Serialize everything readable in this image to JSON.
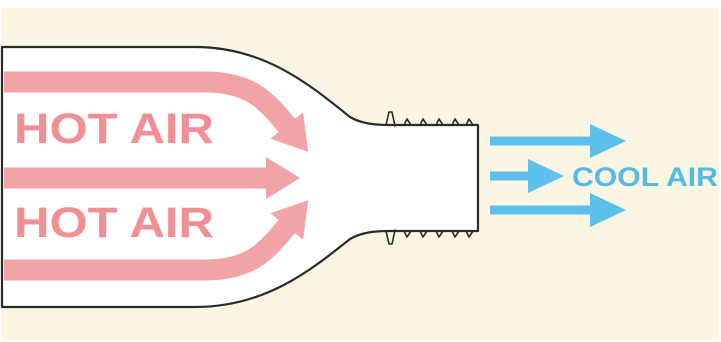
{
  "colors": {
    "background": "#fbf5e3",
    "bottle_fill": "#ffffff",
    "bottle_outline": "#2b2b2b",
    "hot_arrow": "#f2a3a6",
    "hot_text": "#f28f94",
    "cool_arrow": "#5cc0ea",
    "cool_text": "#52bbe8"
  },
  "labels": {
    "hot_top": "HOT AIR",
    "hot_bottom": "HOT AIR",
    "cool": "COOL AIR"
  }
}
